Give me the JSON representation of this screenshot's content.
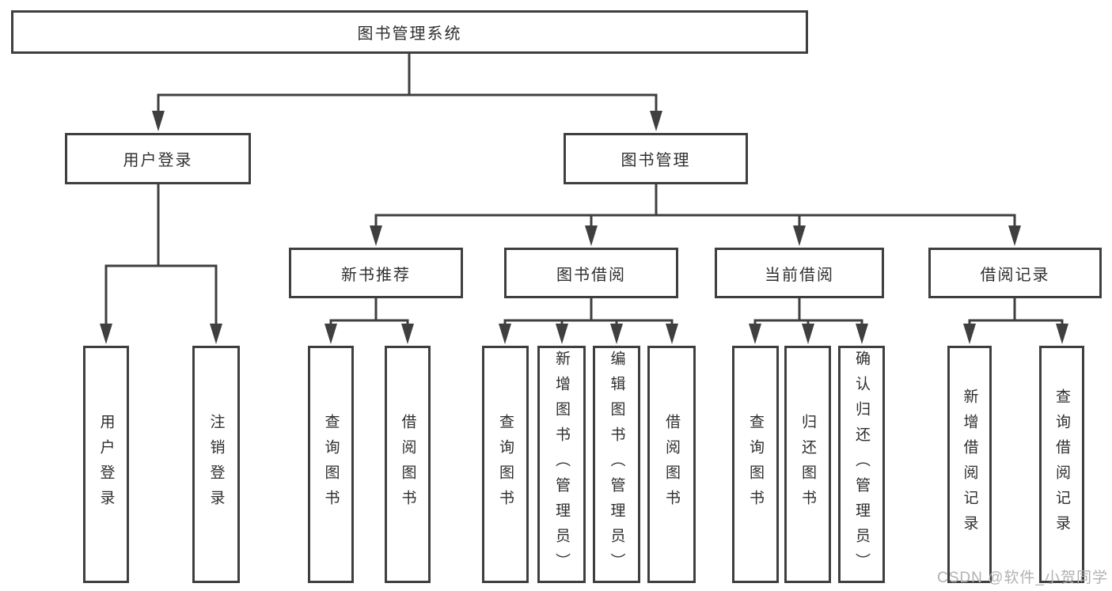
{
  "tree": {
    "label": "图书管理系统",
    "children": [
      {
        "label": "用户登录",
        "children": [
          {
            "label": "用户登录"
          },
          {
            "label": "注销登录"
          }
        ]
      },
      {
        "label": "图书管理",
        "children": [
          {
            "label": "新书推荐",
            "children": [
              {
                "label": "查询图书"
              },
              {
                "label": "借阅图书"
              }
            ]
          },
          {
            "label": "图书借阅",
            "children": [
              {
                "label": "查询图书"
              },
              {
                "label": "新增图书（管理员）"
              },
              {
                "label": "编辑图书（管理员）"
              },
              {
                "label": "借阅图书"
              }
            ]
          },
          {
            "label": "当前借阅",
            "children": [
              {
                "label": "查询图书"
              },
              {
                "label": "归还图书"
              },
              {
                "label": "确认归还（管理员）"
              }
            ]
          },
          {
            "label": "借阅记录",
            "children": [
              {
                "label": "新增借阅记录"
              },
              {
                "label": "查询借阅记录"
              }
            ]
          }
        ]
      }
    ]
  },
  "watermark": {
    "text": "CSDN @软件_小贺同学"
  },
  "colors": {
    "line": "#3f3f3f",
    "box_border": "#3f3f3f",
    "text": "#2f2f2f",
    "watermark": "#b2b2b2",
    "background": "#ffffff"
  }
}
